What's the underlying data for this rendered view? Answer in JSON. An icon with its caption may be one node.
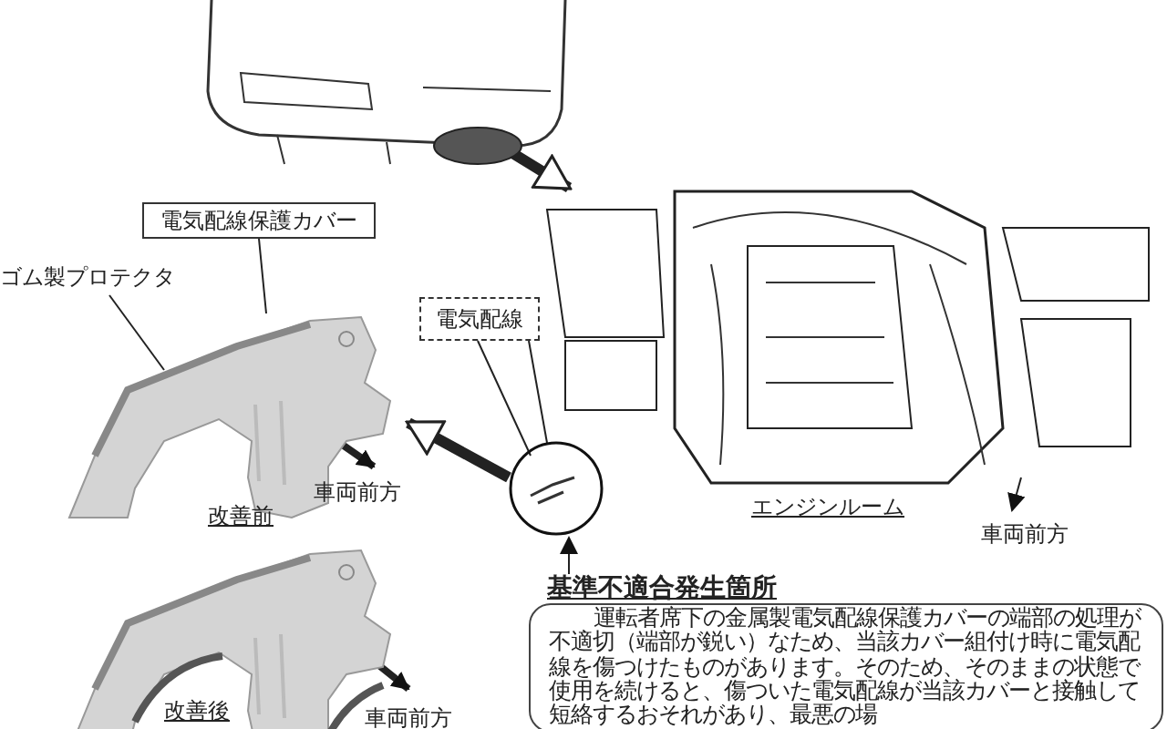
{
  "diagram": {
    "nodes": [
      {
        "text": [],
        "shape": "picture"
      },
      {
        "text": [],
        "shape": "picture",
        "beside": [
          "エンジンルーム"
        ]
      },
      {
        "text": [],
        "shape": "circle"
      },
      {
        "text": [
          "電気配線"
        ]
      },
      {
        "text": [
          "基準不適合発生箇所",
          "運転者席下の金属製電気配線保護カバーの端部の処理が不適切（端部が鋭い）なため、当該カバー組付け時に電気配線を傷つけたものがあります。そのため、そのままの状態で使用を続けると、傷ついた電気配線が当該カバーと接触して短絡するおそれがあり、最悪の場"
        ]
      },
      {
        "text": [],
        "shape": "picture",
        "beside": [
          "改善前"
        ]
      },
      {
        "text": [
          "電気配線保護カバー"
        ]
      },
      {
        "text": [
          "ゴム製プロテクタ"
        ]
      },
      {
        "text": [],
        "shape": "picture",
        "beside": [
          "改善後"
        ]
      }
    ],
    "edges": [
      {
        "from": 0,
        "to": 1,
        "arrow": "to",
        "style": "thick"
      },
      {
        "from": 2,
        "to": 5,
        "arrow": "to",
        "style": "thick"
      },
      {
        "from": 3,
        "to": 2,
        "arrow": "none"
      },
      {
        "from": 3,
        "to": 2,
        "arrow": "none"
      },
      {
        "from": 4,
        "to": 2,
        "arrow": "to"
      },
      {
        "from": 6,
        "to": 5,
        "arrow": "none"
      },
      {
        "from": 7,
        "to": 5,
        "arrow": "none"
      }
    ],
    "labels": [
      "車両前方",
      "車両前方",
      "車両前方"
    ]
  }
}
